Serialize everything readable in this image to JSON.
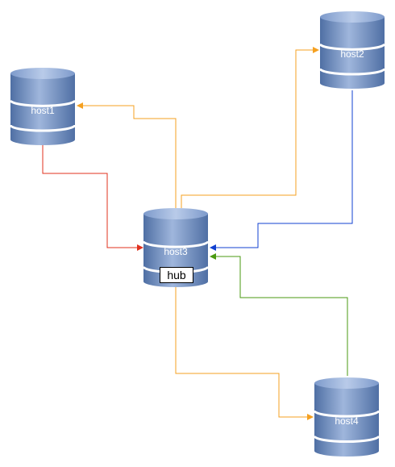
{
  "nodes": [
    {
      "id": "host1",
      "label": "host1"
    },
    {
      "id": "host2",
      "label": "host2"
    },
    {
      "id": "host3",
      "label": "host3",
      "tag": "hub"
    },
    {
      "id": "host4",
      "label": "host4"
    }
  ],
  "edges": [
    {
      "from": "host1",
      "to": "host3",
      "color": "#e0301e"
    },
    {
      "from": "host3",
      "to": "host1",
      "color": "#f5a020"
    },
    {
      "from": "host3",
      "to": "host2",
      "color": "#f5a020"
    },
    {
      "from": "host2",
      "to": "host3",
      "color": "#1040d0"
    },
    {
      "from": "host4",
      "to": "host3",
      "color": "#4a9a10"
    },
    {
      "from": "host3",
      "to": "host4",
      "color": "#f5a020"
    }
  ],
  "colors": {
    "cylinder_body": "#6f8fc0",
    "cylinder_light": "#a9c0e4",
    "cylinder_band": "#ffffff"
  }
}
